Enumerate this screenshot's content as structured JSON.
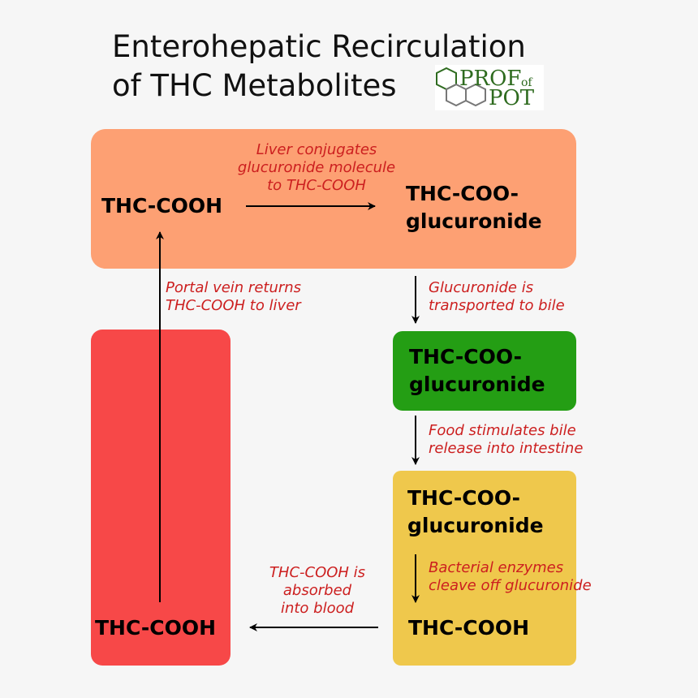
{
  "title": {
    "line1": "Enterohepatic Recirculation",
    "line2": "of THC Metabolites"
  },
  "logo": {
    "word1": "PROF",
    "word_of": "of",
    "word2": "POT"
  },
  "nodes": {
    "liver_start": "THC-COOH",
    "liver_end_line1": "THC-COO-",
    "liver_end_line2": "glucuronide",
    "bile_line1": "THC-COO-",
    "bile_line2": "glucuronide",
    "intestine_line1": "THC-COO-",
    "intestine_line2": "glucuronide",
    "intestine_end": "THC-COOH",
    "blood": "THC-COOH"
  },
  "notes": {
    "conjugate": [
      "Liver conjugates",
      "glucuronide molecule",
      "to THC-COOH"
    ],
    "bile": [
      "Glucuronide is",
      "transported to bile"
    ],
    "food": [
      "Food stimulates bile",
      "release into intestine"
    ],
    "bacteria": [
      "Bacterial enzymes",
      "cleave off glucuronide"
    ],
    "absorbed": [
      "THC-COOH is",
      "absorbed",
      "into blood"
    ],
    "portal": [
      "Portal vein returns",
      "THC-COOH to liver"
    ]
  },
  "colors": {
    "liver": "#fda073",
    "bile": "#249e14",
    "intestine": "#efc84c",
    "blood": "#f74848",
    "annotation": "#cc1f1f"
  }
}
